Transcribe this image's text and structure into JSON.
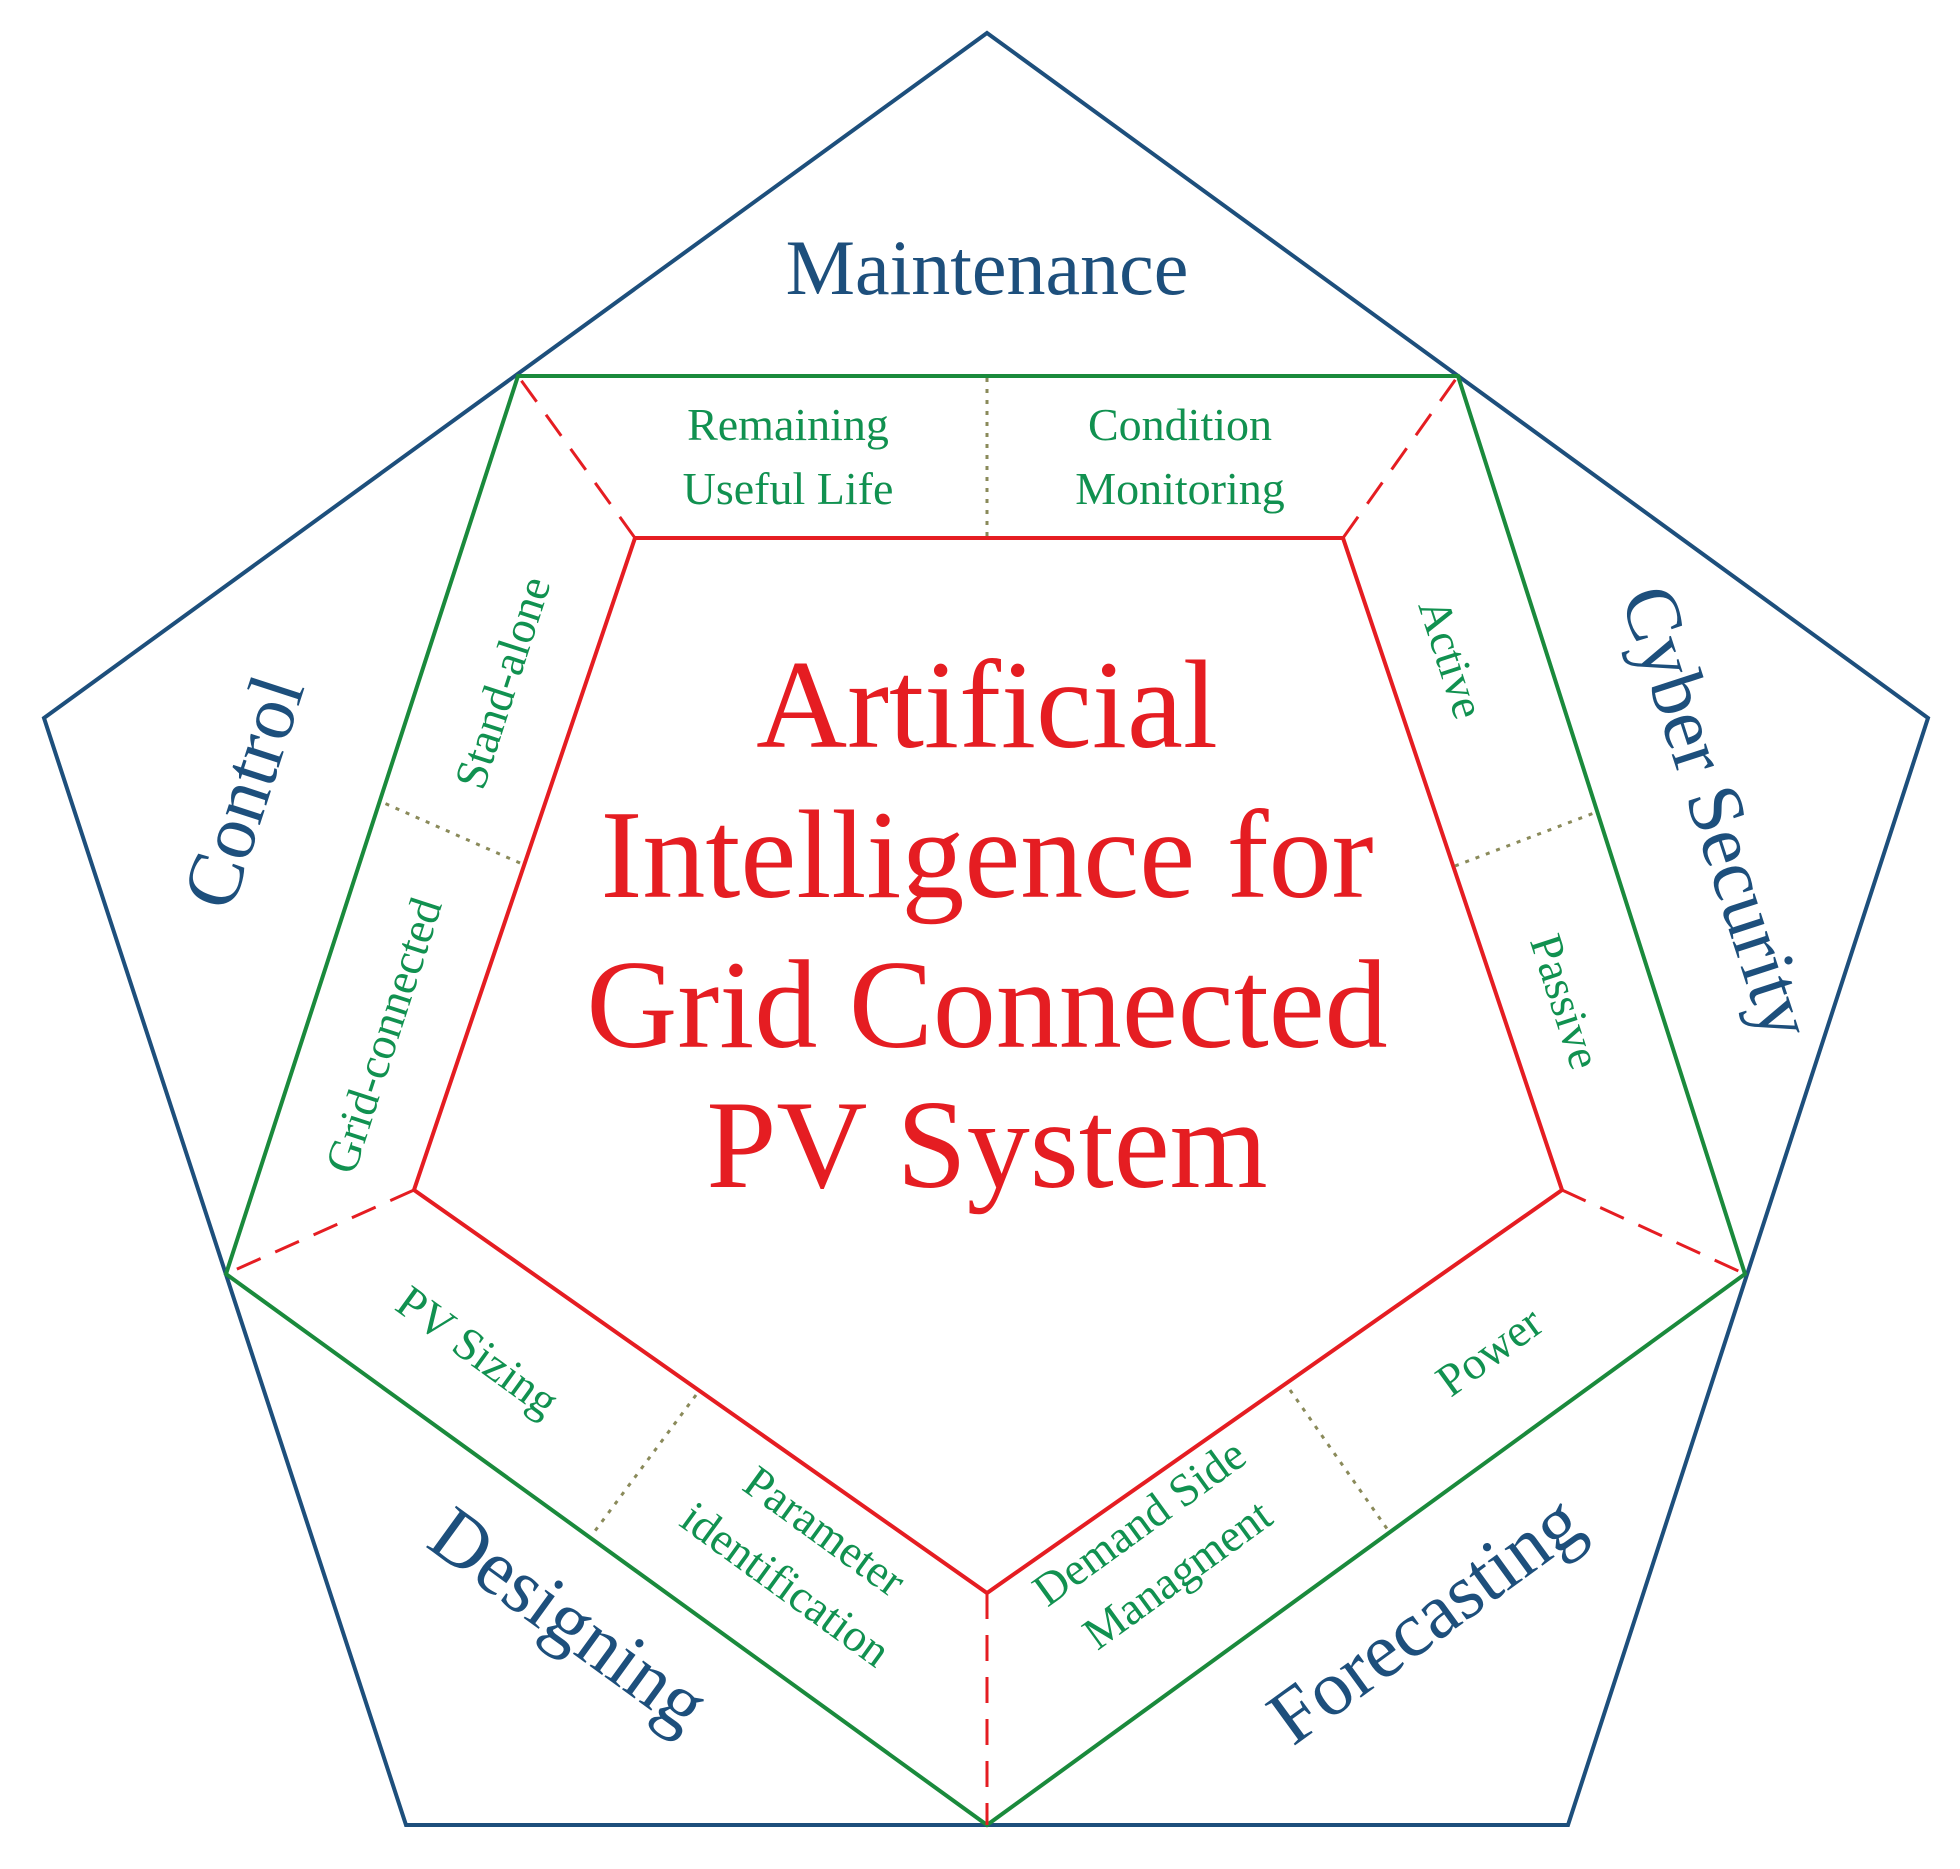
{
  "colors": {
    "outer": "#1d4f7c",
    "middle": "#1a8a3c",
    "inner": "#e51d22",
    "divider": "#8a8a5a",
    "sub_text": "#119150"
  },
  "center": {
    "lines": [
      "Artificial",
      "Intelligence for",
      "Grid Connected",
      "PV System"
    ]
  },
  "categories": {
    "maintenance": "Maintenance",
    "cyber_security": "Cyber Security",
    "forecasting": "Forecasting",
    "designing": "Designing",
    "control": "Control"
  },
  "subcategories": {
    "remaining_useful_life": [
      "Remaining",
      "Useful Life"
    ],
    "condition_monitoring": [
      "Condition",
      "Monitoring"
    ],
    "active": "Active",
    "passive": "Passive",
    "power": "Power",
    "demand_side_management": [
      "Demand Side",
      "Managment"
    ],
    "parameter_identification": [
      "Parameter",
      "identification"
    ],
    "pv_sizing": "PV Sizing",
    "grid_connected": "Grid-connected",
    "stand_alone": "Stand-alone"
  }
}
